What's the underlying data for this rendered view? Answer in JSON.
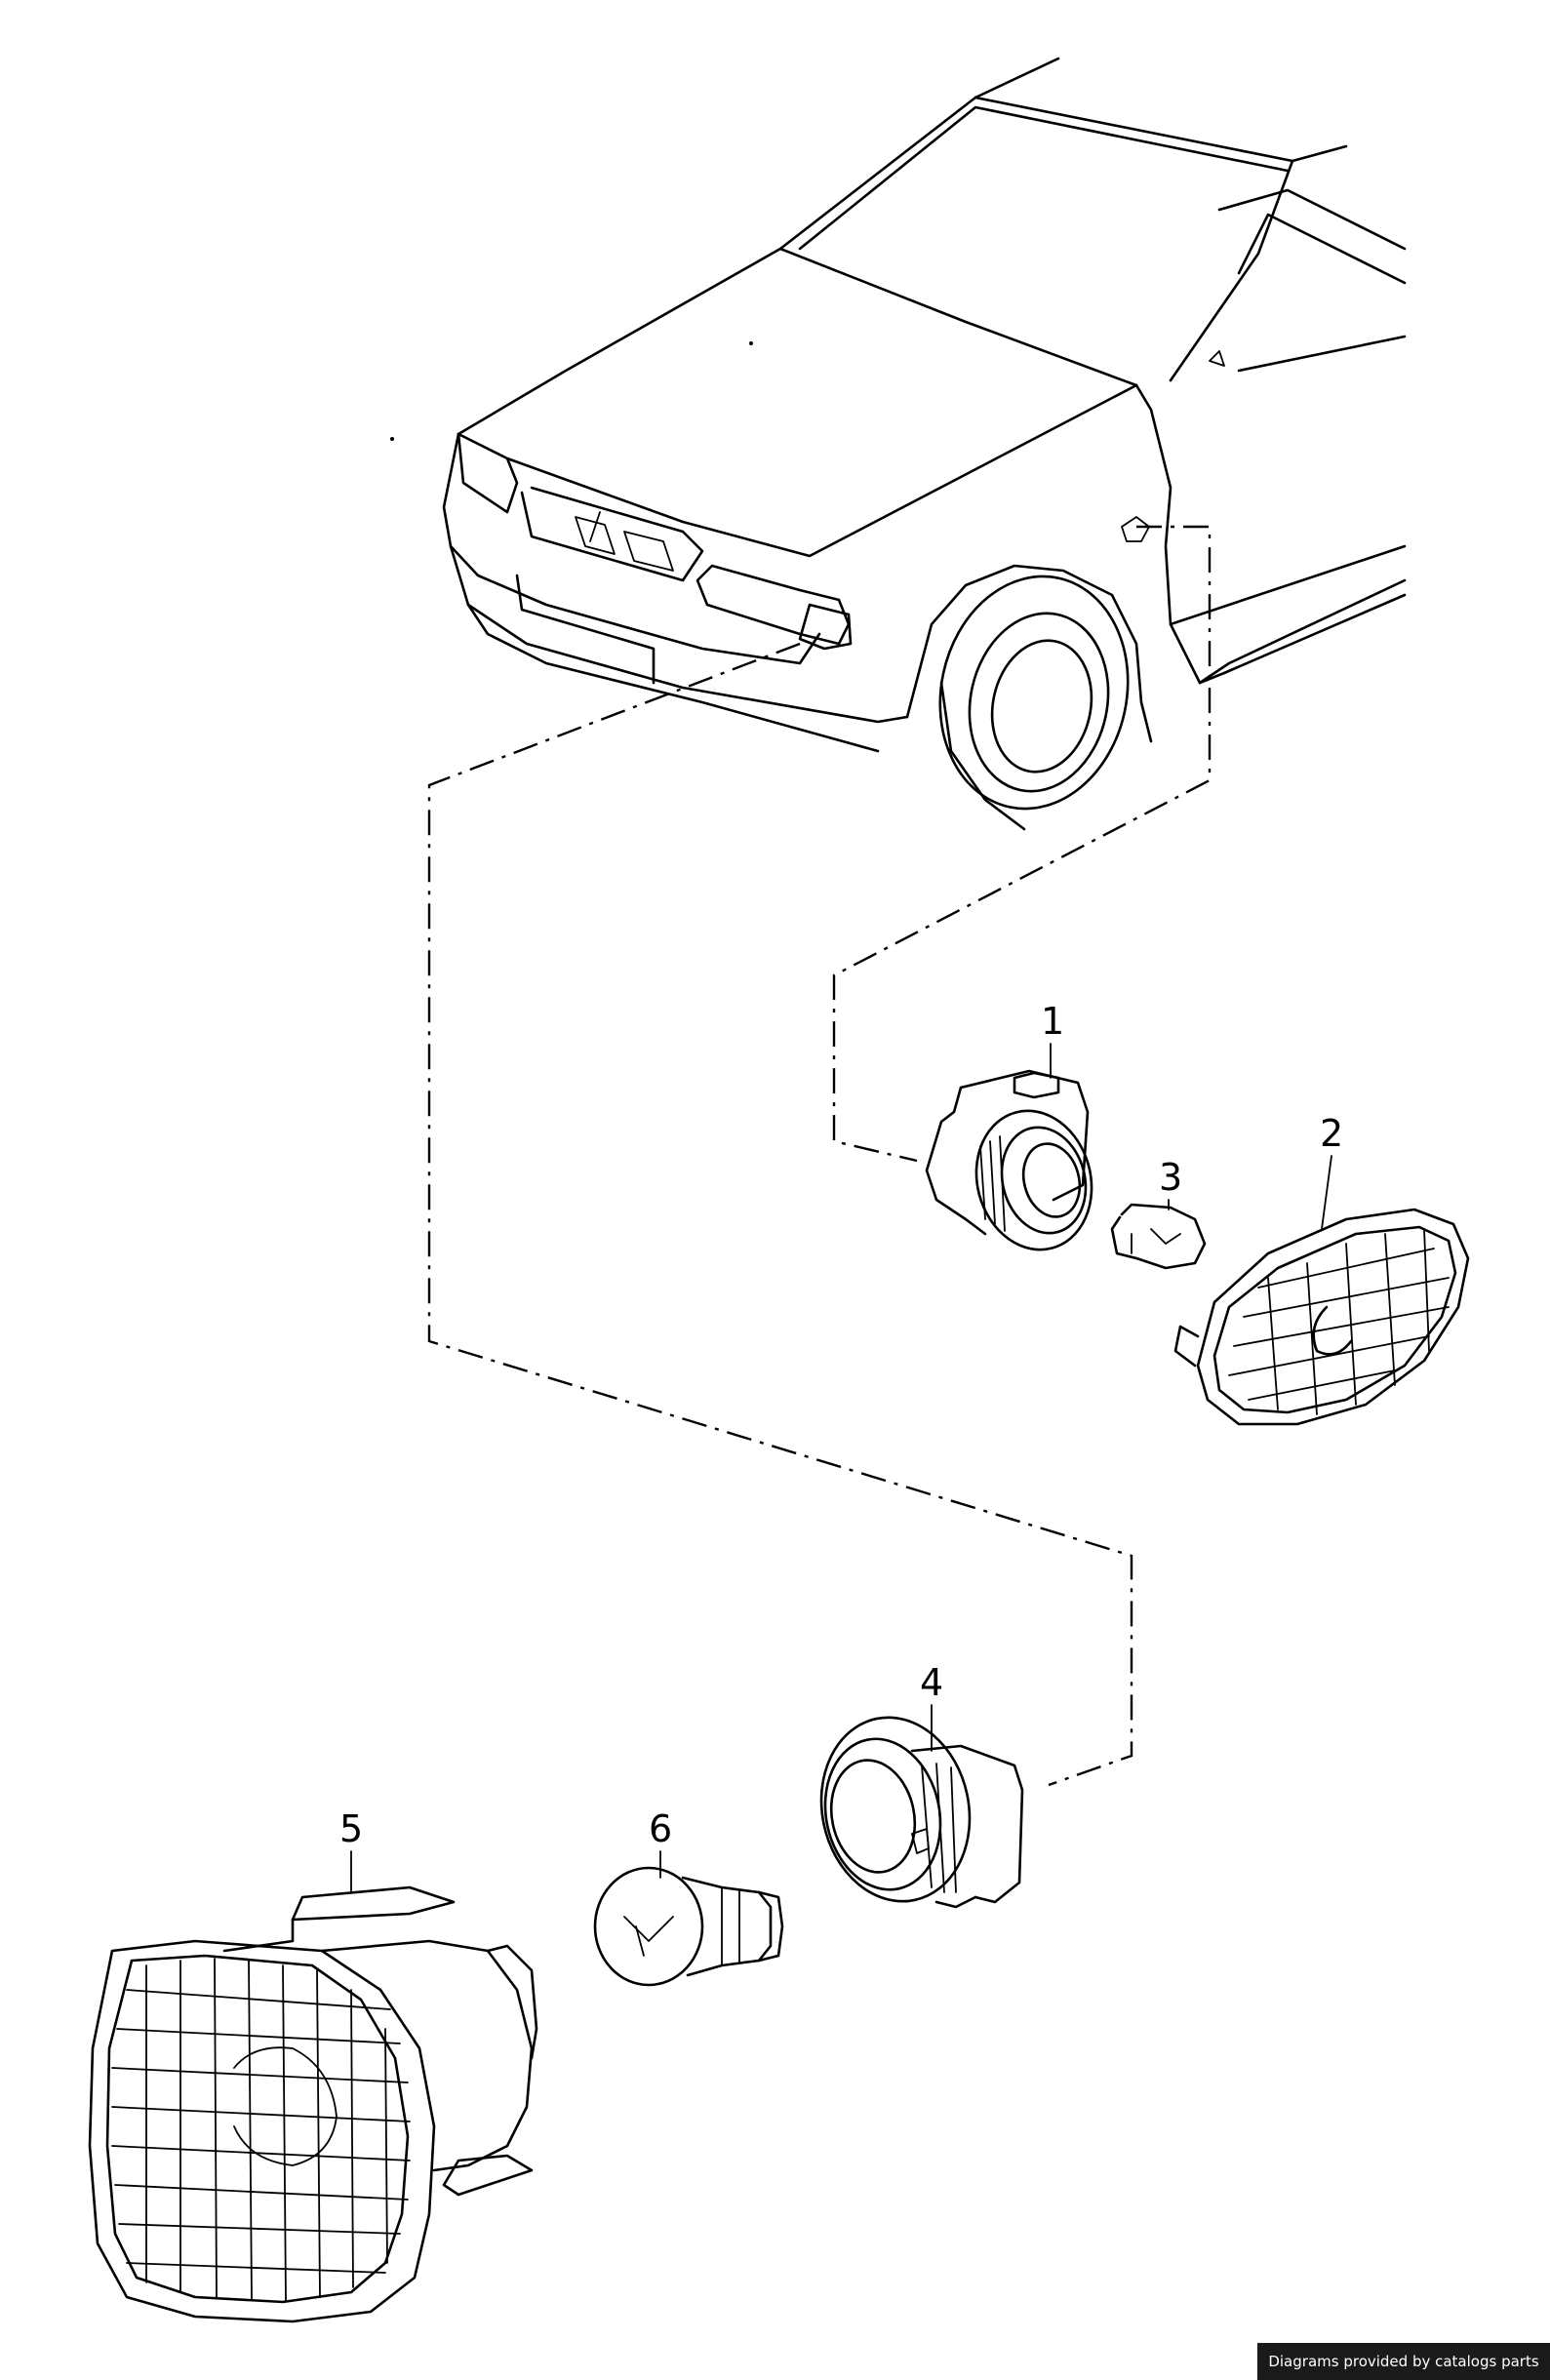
{
  "callouts": [
    "1",
    "2",
    "3",
    "4",
    "5",
    "6"
  ],
  "footer": {
    "credit": "Diagrams provided by catalogs parts"
  }
}
